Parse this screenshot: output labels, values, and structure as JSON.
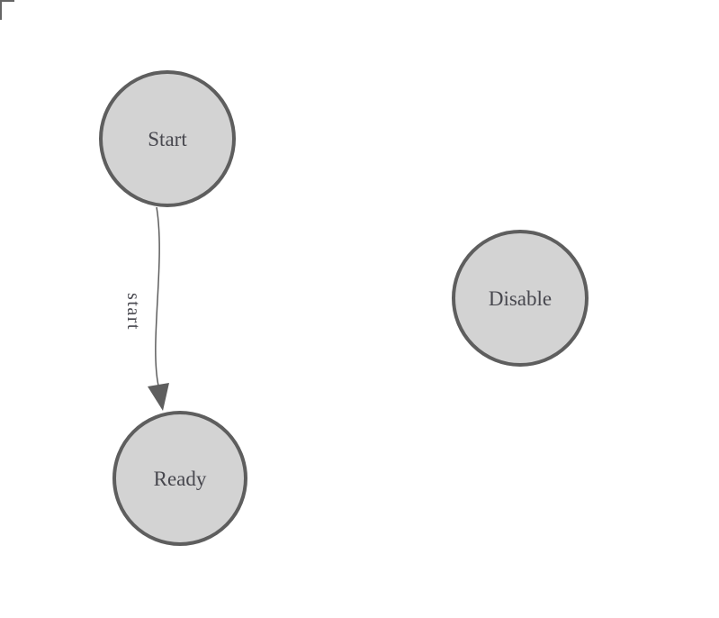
{
  "colors": {
    "node_fill": "#d3d3d3",
    "node_stroke": "#5e5e5e",
    "edge_stroke": "#5e5e5e",
    "label_text": "#47474e",
    "corner_mark": "#666666"
  },
  "nodes": [
    {
      "id": "start",
      "label": "Start"
    },
    {
      "id": "ready",
      "label": "Ready"
    },
    {
      "id": "disable",
      "label": "Disable"
    }
  ],
  "edges": [
    {
      "id": "start-to-ready",
      "from": "Start",
      "to": "Ready",
      "label": "start"
    }
  ]
}
